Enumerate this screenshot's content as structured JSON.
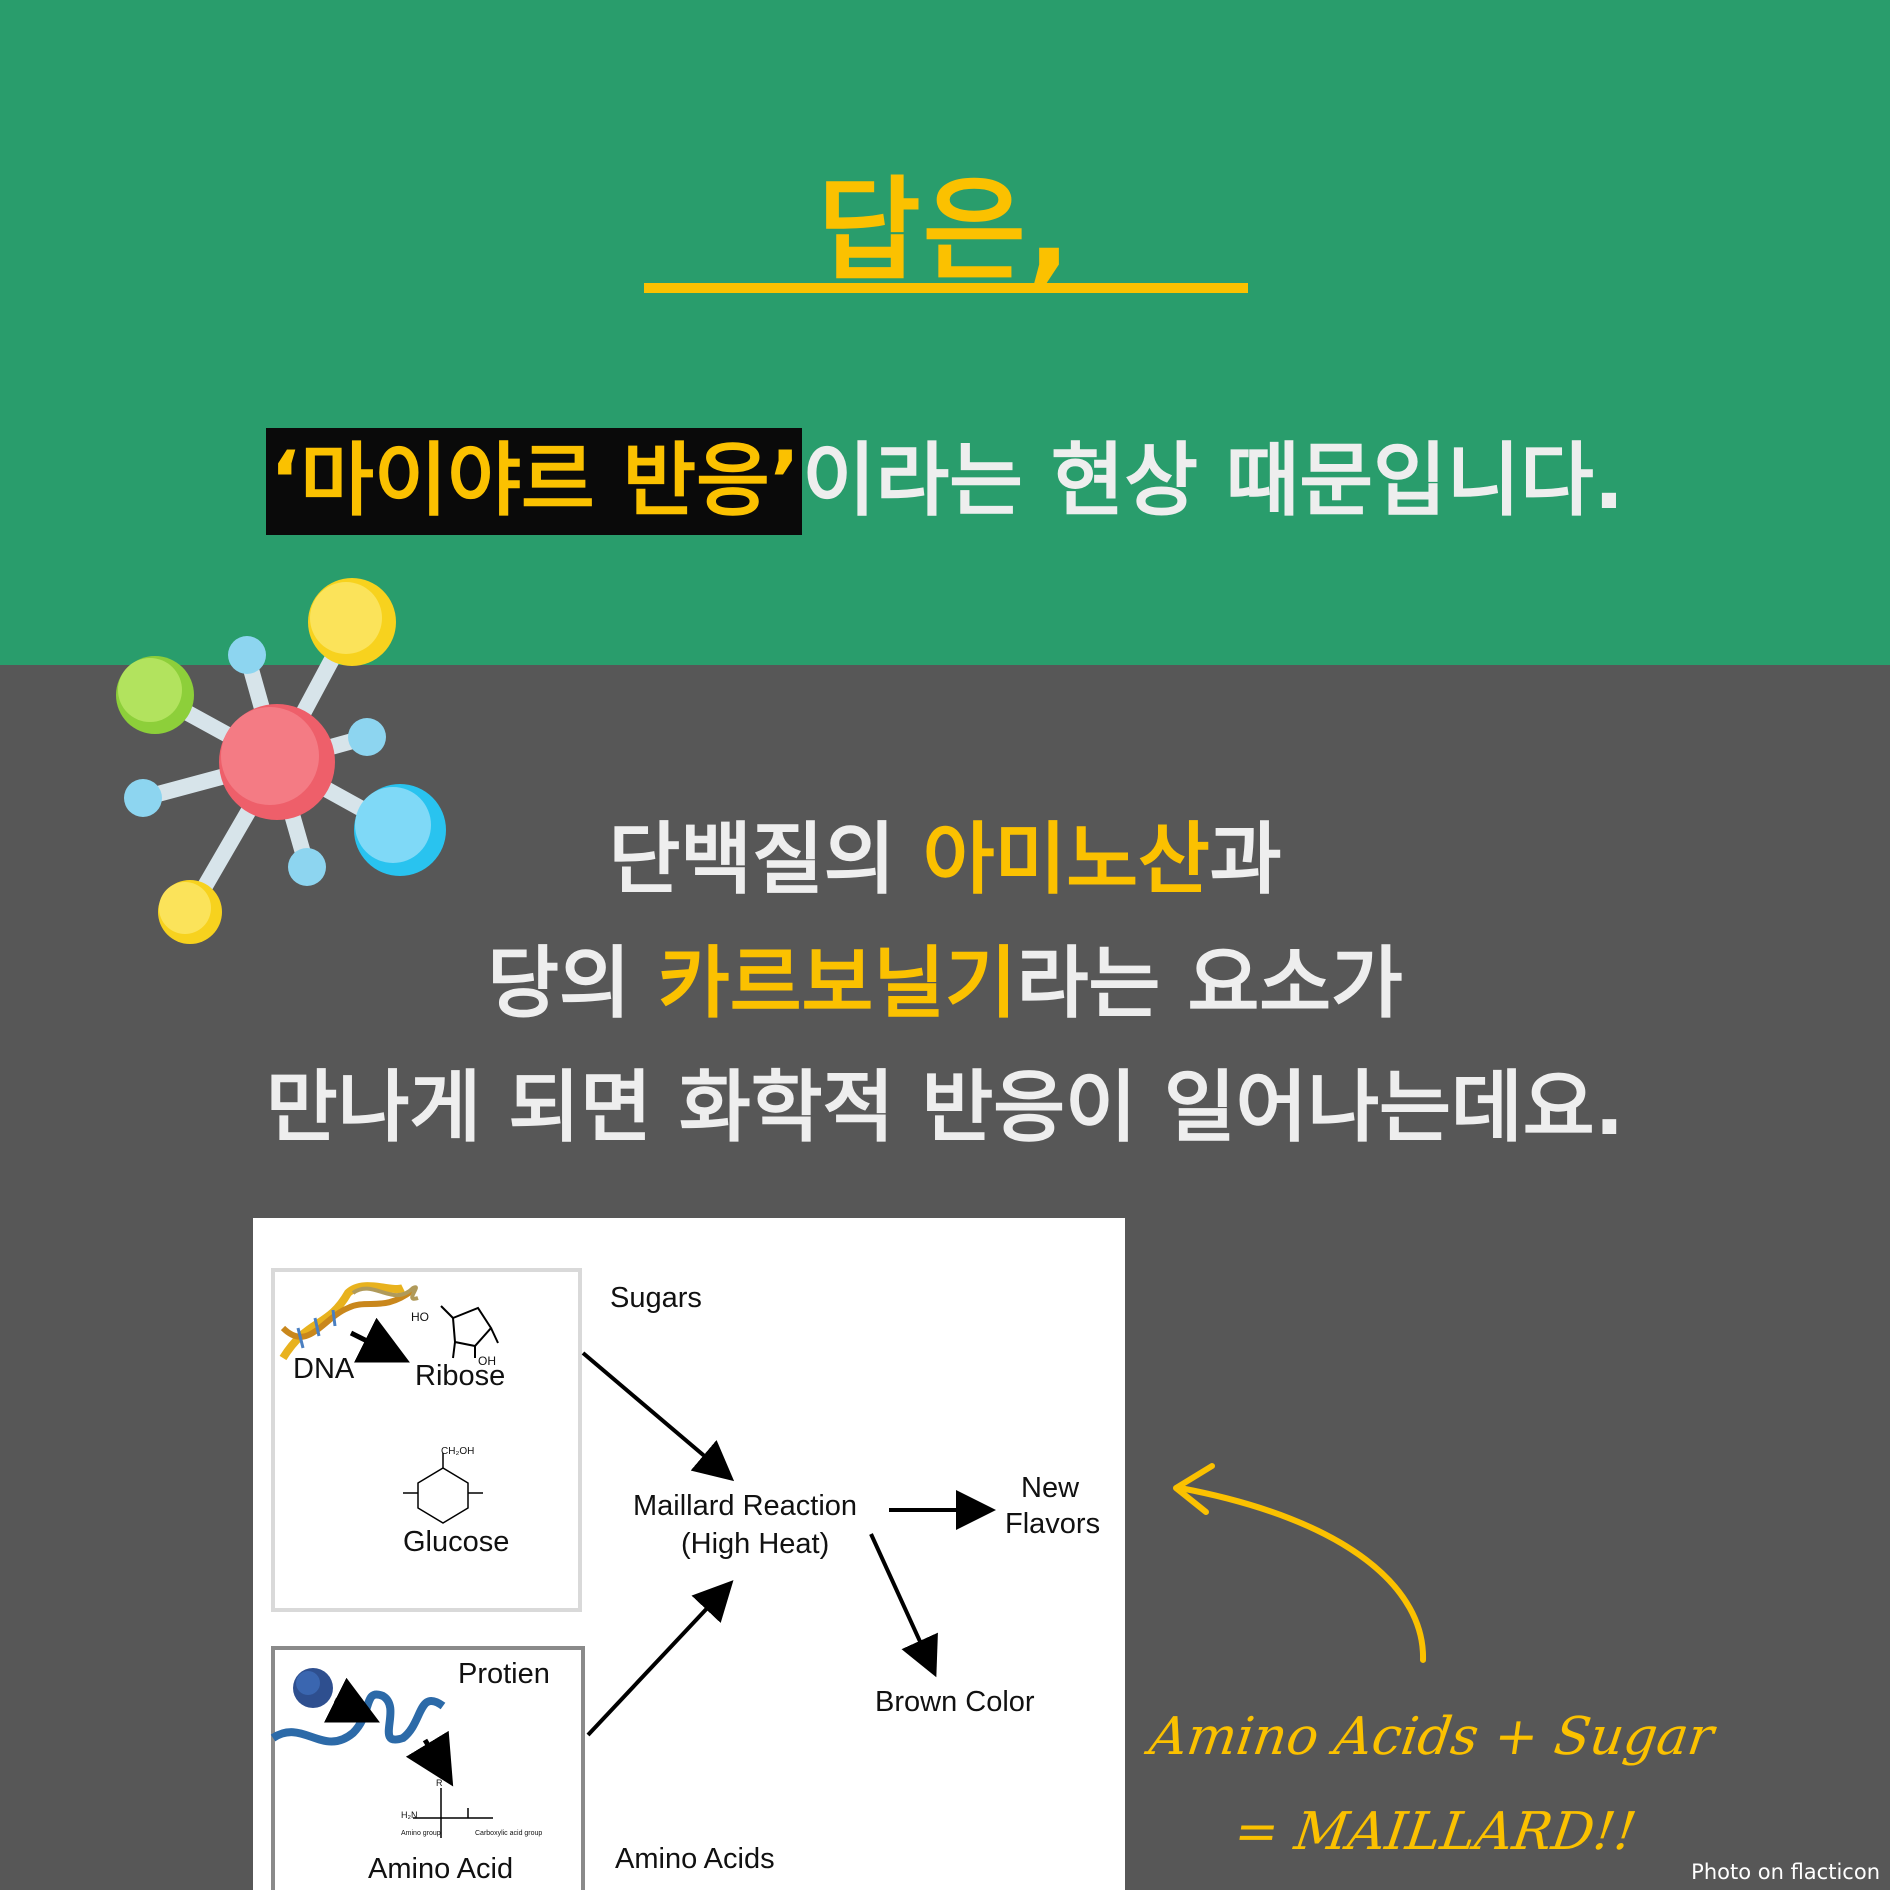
{
  "header": {
    "title": "답은,",
    "subtitle_highlight": "‘마이야르 반응’",
    "subtitle_rest": "이라는 현상 때문입니다."
  },
  "body": {
    "line1_a": "단백질의 ",
    "line1_b": "아미노산",
    "line1_c": "과",
    "line2_a": "당의 ",
    "line2_b": "카르보닐기",
    "line2_c": "라는 요소가",
    "line3": "만나게 되면 화학적 반응이 일어나는데요."
  },
  "diagram": {
    "sugars": "Sugars",
    "dna": "DNA",
    "ribose": "Ribose",
    "glucose": "Glucose",
    "protien": "Protien",
    "amino_acid": "Amino Acid",
    "amino_acids": "Amino Acids",
    "maillard_1": "Maillard Reaction",
    "maillard_2": "(High Heat)",
    "new_flavors_1": "New",
    "new_flavors_2": "Flavors",
    "brown_color": "Brown Color",
    "ho": "HO",
    "oh": "OH",
    "ch2oh": "CH₂OH",
    "h2n": "H₂N",
    "amino_group": "Amino group",
    "carboxylic": "Carboxylic acid group",
    "r": "R"
  },
  "annotation": {
    "line1": "Amino Acids + Sugar",
    "line2": "= MAILLARD!!"
  },
  "credit": "Photo on flacticon",
  "colors": {
    "green": "#299d6c",
    "gray": "#575757",
    "accent": "#fbc100"
  },
  "icons": {
    "molecule": "molecule-icon"
  }
}
